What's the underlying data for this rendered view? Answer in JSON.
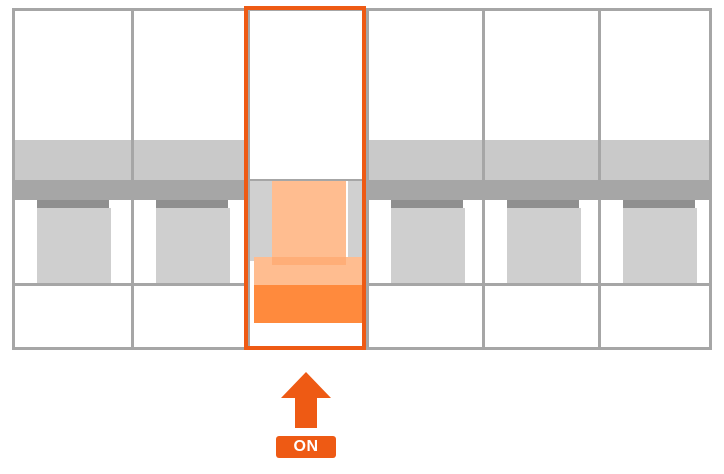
{
  "diagram": {
    "switch_count": 6,
    "on_switch_index": 3,
    "on_label": "ON"
  },
  "colors": {
    "frame_gray": "#a6a6a6",
    "lever_gray": "#cfcfcf",
    "highlight_orange": "#ee5a14",
    "lever_orange_light": "#ffbd90",
    "lever_orange_dark": "#ff8a3d"
  },
  "icons": {
    "indicator": "arrow-up-icon"
  }
}
